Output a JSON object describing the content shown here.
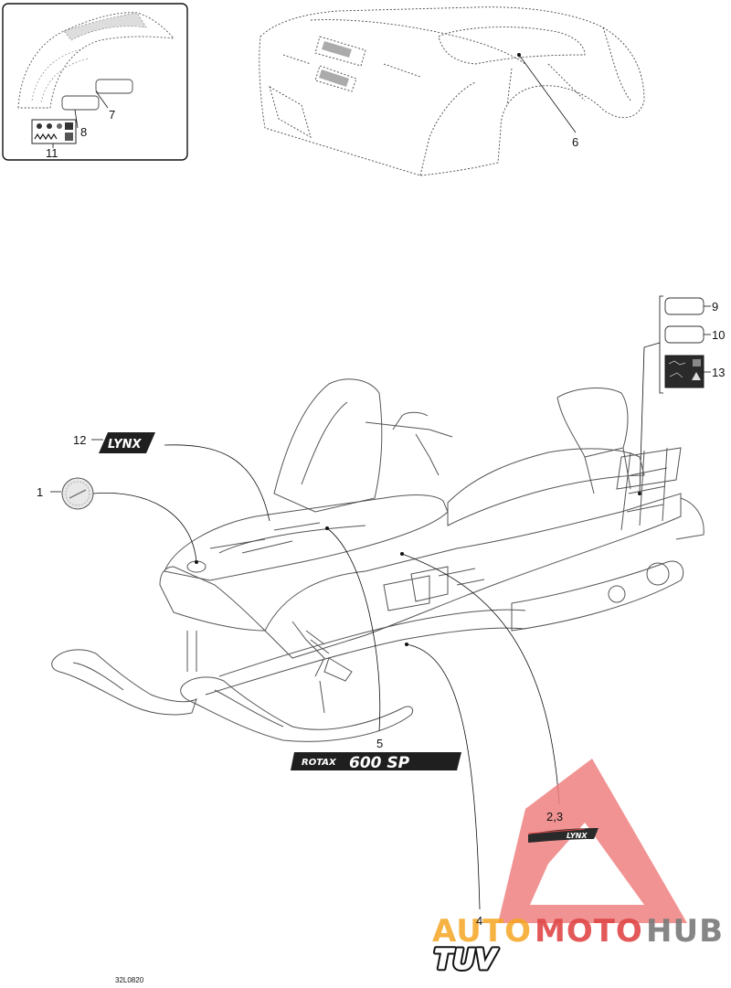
{
  "callouts": {
    "c1": "1",
    "c23": "2,3",
    "c4": "4",
    "c5": "5",
    "c6": "6",
    "c7": "7",
    "c8": "8",
    "c9": "9",
    "c10": "10",
    "c11": "11",
    "c12": "12",
    "c13": "13"
  },
  "decals": {
    "lynx_logo": "LYNX",
    "rotax_brand": "ROTAX",
    "rotax_model": "600 SP",
    "side_stripe": "LYNX",
    "tuv": "TUV"
  },
  "reference_code": "32L0820",
  "watermark": {
    "part1": "AUTO",
    "part2": "MOTO",
    "part3": "HUB",
    "colors": {
      "orange": "#f5a623",
      "red": "#e04848",
      "gray": "#7a7a7a",
      "triangle": "#ee8080"
    }
  }
}
